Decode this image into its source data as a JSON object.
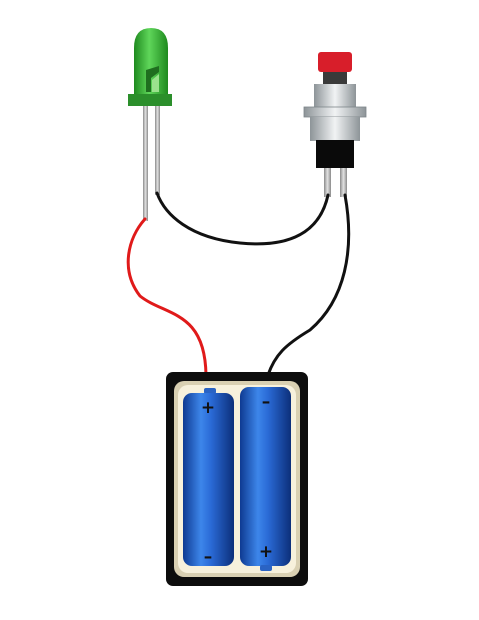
{
  "diagram": {
    "components": [
      {
        "id": "led",
        "kind": "led",
        "color": "#2aa62a"
      },
      {
        "id": "switch",
        "kind": "push-button",
        "cap_color": "#d81e2a"
      },
      {
        "id": "battery-holder",
        "kind": "2xAA-holder",
        "cell_color": "#1f5fc8"
      }
    ],
    "wire_colors": {
      "positive": "#e01a1a",
      "other": "#111111"
    }
  },
  "battery": {
    "left_cell": {
      "top_sign": "+",
      "bottom_sign": "–"
    },
    "right_cell": {
      "top_sign": "–",
      "bottom_sign": "+"
    }
  }
}
